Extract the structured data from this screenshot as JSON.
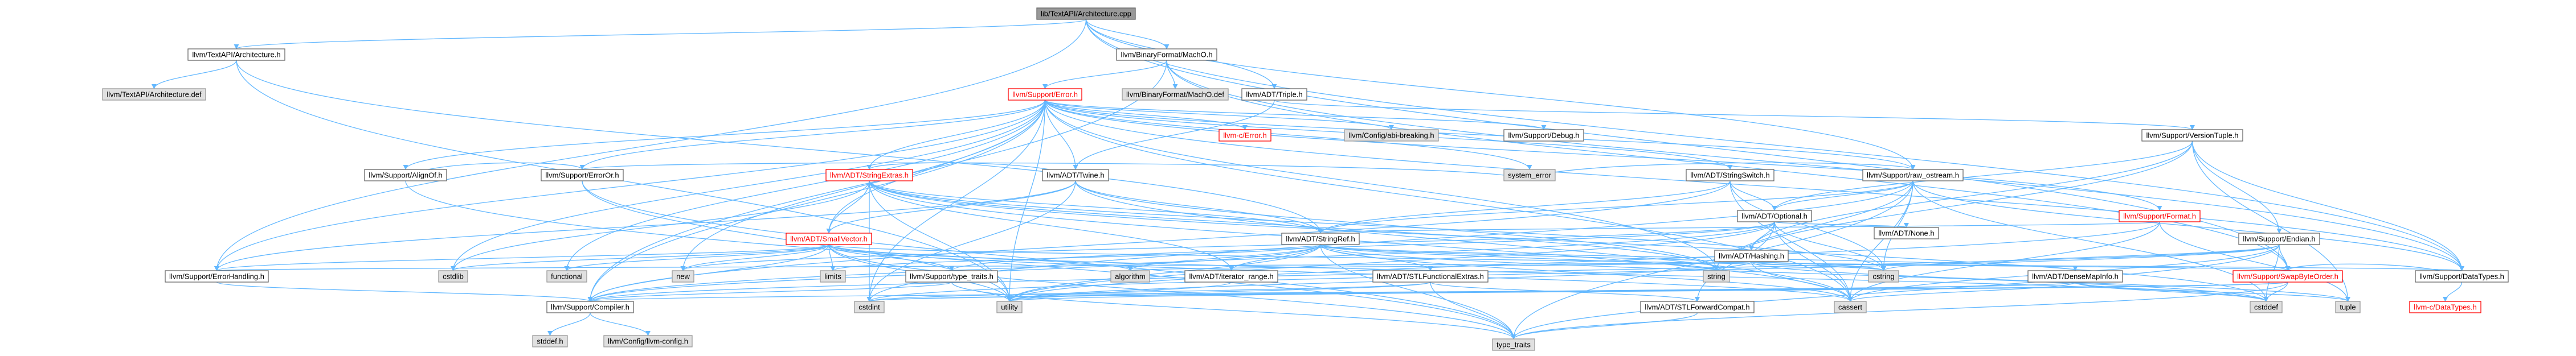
{
  "graph": {
    "root": "lib/TextAPI/Architecture.cpp",
    "colors": {
      "edge": "#63b8ff",
      "node_fill": "#ffffff",
      "node_border": "#666666",
      "node_text": "#000000",
      "root_fill": "#999999",
      "ext_fill": "#e0e0e0",
      "ext_border": "#999999",
      "cycle_border": "#ff0000",
      "cycle_text": "#ff0000"
    },
    "nodes": {
      "root": {
        "label": "lib/TextAPI/Architecture.cpp",
        "kind": "root"
      },
      "archh": {
        "label": "llvm/TextAPI/Architecture.h",
        "kind": "normal"
      },
      "archdef": {
        "label": "llvm/TextAPI/Architecture.def",
        "kind": "ext"
      },
      "macho": {
        "label": "llvm/BinaryFormat/MachO.h",
        "kind": "normal"
      },
      "machodef": {
        "label": "llvm/BinaryFormat/MachO.def",
        "kind": "ext"
      },
      "triple": {
        "label": "llvm/ADT/Triple.h",
        "kind": "normal"
      },
      "error": {
        "label": "llvm/Support/Error.h",
        "kind": "cycle"
      },
      "erroror": {
        "label": "llvm/Support/ErrorOr.h",
        "kind": "normal"
      },
      "alignof": {
        "label": "llvm/Support/AlignOf.h",
        "kind": "normal"
      },
      "stringextras": {
        "label": "llvm/ADT/StringExtras.h",
        "kind": "cycle"
      },
      "cerror": {
        "label": "llvm-c/Error.h",
        "kind": "cycle"
      },
      "abibreaking": {
        "label": "llvm/Config/abi-breaking.h",
        "kind": "ext"
      },
      "debug": {
        "label": "llvm/Support/Debug.h",
        "kind": "normal"
      },
      "stringswitch": {
        "label": "llvm/ADT/StringSwitch.h",
        "kind": "normal"
      },
      "rawostream": {
        "label": "llvm/Support/raw_ostream.h",
        "kind": "normal"
      },
      "versiontuple": {
        "label": "llvm/Support/VersionTuple.h",
        "kind": "normal"
      },
      "systemerror": {
        "label": "system_error",
        "kind": "ext"
      },
      "twine": {
        "label": "llvm/ADT/Twine.h",
        "kind": "normal"
      },
      "optional": {
        "label": "llvm/ADT/Optional.h",
        "kind": "normal"
      },
      "format": {
        "label": "llvm/Support/Format.h",
        "kind": "cycle"
      },
      "smallvector": {
        "label": "llvm/ADT/SmallVector.h",
        "kind": "cycle"
      },
      "stringref": {
        "label": "llvm/ADT/StringRef.h",
        "kind": "normal"
      },
      "hashing": {
        "label": "llvm/ADT/Hashing.h",
        "kind": "normal"
      },
      "none": {
        "label": "llvm/ADT/None.h",
        "kind": "normal"
      },
      "endian": {
        "label": "llvm/Support/Endian.h",
        "kind": "normal"
      },
      "cstdlib": {
        "label": "cstdlib",
        "kind": "ext"
      },
      "functional": {
        "label": "functional",
        "kind": "ext"
      },
      "new": {
        "label": "new",
        "kind": "ext"
      },
      "limits": {
        "label": "limits",
        "kind": "ext"
      },
      "typetraitsh": {
        "label": "llvm/Support/type_traits.h",
        "kind": "normal"
      },
      "algorithm": {
        "label": "algorithm",
        "kind": "ext"
      },
      "iteratorrange": {
        "label": "llvm/ADT/iterator_range.h",
        "kind": "normal"
      },
      "stlfunctional": {
        "label": "llvm/ADT/STLFunctionalExtras.h",
        "kind": "normal"
      },
      "string": {
        "label": "string",
        "kind": "ext"
      },
      "cstring": {
        "label": "cstring",
        "kind": "ext"
      },
      "densemapinfo": {
        "label": "llvm/ADT/DenseMapInfo.h",
        "kind": "normal"
      },
      "swapbyteorder": {
        "label": "llvm/Support/SwapByteOrder.h",
        "kind": "cycle"
      },
      "datatypes": {
        "label": "llvm/Support/DataTypes.h",
        "kind": "normal"
      },
      "errorhandling": {
        "label": "llvm/Support/ErrorHandling.h",
        "kind": "normal"
      },
      "compiler": {
        "label": "llvm/Support/Compiler.h",
        "kind": "normal"
      },
      "cstdint": {
        "label": "cstdint",
        "kind": "ext"
      },
      "utility": {
        "label": "utility",
        "kind": "ext"
      },
      "stlforward": {
        "label": "llvm/ADT/STLForwardCompat.h",
        "kind": "normal"
      },
      "cassert": {
        "label": "cassert",
        "kind": "ext"
      },
      "cstddef": {
        "label": "cstddef",
        "kind": "ext"
      },
      "tuple": {
        "label": "tuple",
        "kind": "ext"
      },
      "cdatatypes": {
        "label": "llvm-c/DataTypes.h",
        "kind": "cycle"
      },
      "stddef": {
        "label": "stddef.h",
        "kind": "ext"
      },
      "llvmconfig": {
        "label": "llvm/Config/llvm-config.h",
        "kind": "ext"
      },
      "typetraits": {
        "label": "type_traits",
        "kind": "ext"
      }
    },
    "edges": [
      [
        "root",
        "archh"
      ],
      [
        "root",
        "macho"
      ],
      [
        "root",
        "triple"
      ],
      [
        "root",
        "errorhandling"
      ],
      [
        "root",
        "rawostream"
      ],
      [
        "root",
        "swapbyteorder"
      ],
      [
        "root",
        "datatypes"
      ],
      [
        "archh",
        "archdef"
      ],
      [
        "archh",
        "stringref"
      ],
      [
        "archh",
        "utility"
      ],
      [
        "macho",
        "machodef"
      ],
      [
        "macho",
        "error"
      ],
      [
        "macho",
        "datatypes"
      ],
      [
        "macho",
        "swapbyteorder"
      ],
      [
        "macho",
        "compiler"
      ],
      [
        "triple",
        "twine"
      ],
      [
        "triple",
        "versiontuple"
      ],
      [
        "error",
        "abibreaking"
      ],
      [
        "error",
        "cerror"
      ],
      [
        "error",
        "debug"
      ],
      [
        "error",
        "stringextras"
      ],
      [
        "error",
        "stringswitch"
      ],
      [
        "error",
        "rawostream"
      ],
      [
        "error",
        "twine"
      ],
      [
        "error",
        "erroror"
      ],
      [
        "error",
        "alignof"
      ],
      [
        "error",
        "smallvector"
      ],
      [
        "error",
        "compiler"
      ],
      [
        "error",
        "errorhandling"
      ],
      [
        "error",
        "format"
      ],
      [
        "error",
        "datatypes"
      ],
      [
        "error",
        "cassert"
      ],
      [
        "error",
        "cstdint"
      ],
      [
        "error",
        "cstdlib"
      ],
      [
        "error",
        "functional"
      ],
      [
        "error",
        "new"
      ],
      [
        "error",
        "string"
      ],
      [
        "error",
        "systemerror"
      ],
      [
        "error",
        "type_traits_link"
      ],
      [
        "error",
        "utility"
      ],
      [
        "erroror",
        "alignof"
      ],
      [
        "erroror",
        "systemerror"
      ],
      [
        "erroror",
        "typetraits"
      ],
      [
        "erroror",
        "utility"
      ],
      [
        "alignof",
        "typetraits"
      ],
      [
        "stringextras",
        "smallvector"
      ],
      [
        "stringextras",
        "stringref"
      ],
      [
        "stringextras",
        "twine"
      ],
      [
        "stringextras",
        "iteratorrange"
      ],
      [
        "stringextras",
        "cassert"
      ],
      [
        "stringextras",
        "cstddef"
      ],
      [
        "stringextras",
        "cstdint"
      ],
      [
        "stringextras",
        "cstdlib"
      ],
      [
        "stringextras",
        "cstring"
      ],
      [
        "stringextras",
        "string"
      ],
      [
        "stringextras",
        "utility"
      ],
      [
        "stringswitch",
        "stringref"
      ],
      [
        "stringswitch",
        "optional"
      ],
      [
        "stringswitch",
        "compiler"
      ],
      [
        "stringswitch",
        "cassert"
      ],
      [
        "stringswitch",
        "cstring"
      ],
      [
        "rawostream",
        "stringref"
      ],
      [
        "rawostream",
        "optional"
      ],
      [
        "rawostream",
        "datatypes"
      ],
      [
        "rawostream",
        "cassert"
      ],
      [
        "rawostream",
        "cstddef"
      ],
      [
        "rawostream",
        "cstdint"
      ],
      [
        "rawostream",
        "cstring"
      ],
      [
        "rawostream",
        "string"
      ],
      [
        "rawostream",
        "systemerror"
      ],
      [
        "rawostream",
        "typetraits"
      ],
      [
        "versiontuple",
        "hashing"
      ],
      [
        "versiontuple",
        "optional"
      ],
      [
        "versiontuple",
        "endian"
      ],
      [
        "versiontuple",
        "datatypes"
      ],
      [
        "versiontuple",
        "string"
      ],
      [
        "versiontuple",
        "tuple"
      ],
      [
        "twine",
        "smallvector"
      ],
      [
        "twine",
        "stringref"
      ],
      [
        "twine",
        "errorhandling"
      ],
      [
        "twine",
        "cassert"
      ],
      [
        "twine",
        "cstdint"
      ],
      [
        "twine",
        "string"
      ],
      [
        "optional",
        "hashing"
      ],
      [
        "optional",
        "none"
      ],
      [
        "optional",
        "stlforward"
      ],
      [
        "optional",
        "typetraitsh"
      ],
      [
        "optional",
        "compiler"
      ],
      [
        "optional",
        "cassert"
      ],
      [
        "optional",
        "cstring"
      ],
      [
        "optional",
        "new"
      ],
      [
        "optional",
        "utility"
      ],
      [
        "format",
        "stringref"
      ],
      [
        "format",
        "arrayref_link"
      ],
      [
        "format",
        "cassert"
      ],
      [
        "format",
        "cstdio_link"
      ],
      [
        "format",
        "tuple"
      ],
      [
        "format",
        "utility"
      ],
      [
        "smallvector",
        "compiler"
      ],
      [
        "smallvector",
        "typetraitsh"
      ],
      [
        "smallvector",
        "algorithm"
      ],
      [
        "smallvector",
        "cassert"
      ],
      [
        "smallvector",
        "cstddef"
      ],
      [
        "smallvector",
        "cstdlib"
      ],
      [
        "smallvector",
        "cstring"
      ],
      [
        "smallvector",
        "functional"
      ],
      [
        "smallvector",
        "limits"
      ],
      [
        "smallvector",
        "new"
      ],
      [
        "smallvector",
        "typetraits"
      ],
      [
        "smallvector",
        "utility"
      ],
      [
        "smallvector",
        "errorhandling"
      ],
      [
        "stringref",
        "stlfunctional"
      ],
      [
        "stringref",
        "iteratorrange"
      ],
      [
        "stringref",
        "compiler"
      ],
      [
        "stringref",
        "algorithm"
      ],
      [
        "stringref",
        "cassert"
      ],
      [
        "stringref",
        "cstddef"
      ],
      [
        "stringref",
        "cstring"
      ],
      [
        "stringref",
        "limits"
      ],
      [
        "stringref",
        "string"
      ],
      [
        "stringref",
        "typetraits"
      ],
      [
        "stringref",
        "utility"
      ],
      [
        "stringref",
        "densemapinfo"
      ],
      [
        "hashing",
        "errorhandling"
      ],
      [
        "hashing",
        "swapbyteorder"
      ],
      [
        "hashing",
        "datatypes"
      ],
      [
        "hashing",
        "algorithm"
      ],
      [
        "hashing",
        "cassert"
      ],
      [
        "hashing",
        "cstring"
      ],
      [
        "hashing",
        "string"
      ],
      [
        "hashing",
        "tuple"
      ],
      [
        "hashing",
        "utility"
      ],
      [
        "endian",
        "compiler"
      ],
      [
        "endian",
        "swapbyteorder"
      ],
      [
        "endian",
        "cassert"
      ],
      [
        "endian",
        "cstddef"
      ],
      [
        "endian",
        "cstdint"
      ],
      [
        "endian",
        "cstring"
      ],
      [
        "endian",
        "typetraits"
      ],
      [
        "typetraitsh",
        "compiler"
      ],
      [
        "typetraitsh",
        "typetraits"
      ],
      [
        "typetraitsh",
        "utility"
      ],
      [
        "iteratorrange",
        "utility"
      ],
      [
        "stlfunctional",
        "stlforward"
      ],
      [
        "stlfunctional",
        "cstdint"
      ],
      [
        "stlfunctional",
        "typetraits"
      ],
      [
        "stlfunctional",
        "utility"
      ],
      [
        "densemapinfo",
        "cassert"
      ],
      [
        "densemapinfo",
        "cstddef"
      ],
      [
        "densemapinfo",
        "cstdint"
      ],
      [
        "densemapinfo",
        "tuple"
      ],
      [
        "densemapinfo",
        "utility"
      ],
      [
        "swapbyteorder",
        "compiler"
      ],
      [
        "swapbyteorder",
        "datatypes"
      ],
      [
        "swapbyteorder",
        "cstddef"
      ],
      [
        "swapbyteorder",
        "cstdint"
      ],
      [
        "swapbyteorder",
        "typetraits"
      ],
      [
        "datatypes",
        "cdatatypes"
      ],
      [
        "errorhandling",
        "compiler"
      ],
      [
        "compiler",
        "llvmconfig"
      ],
      [
        "compiler",
        "stddef"
      ],
      [
        "stlforward",
        "typetraits"
      ]
    ]
  }
}
